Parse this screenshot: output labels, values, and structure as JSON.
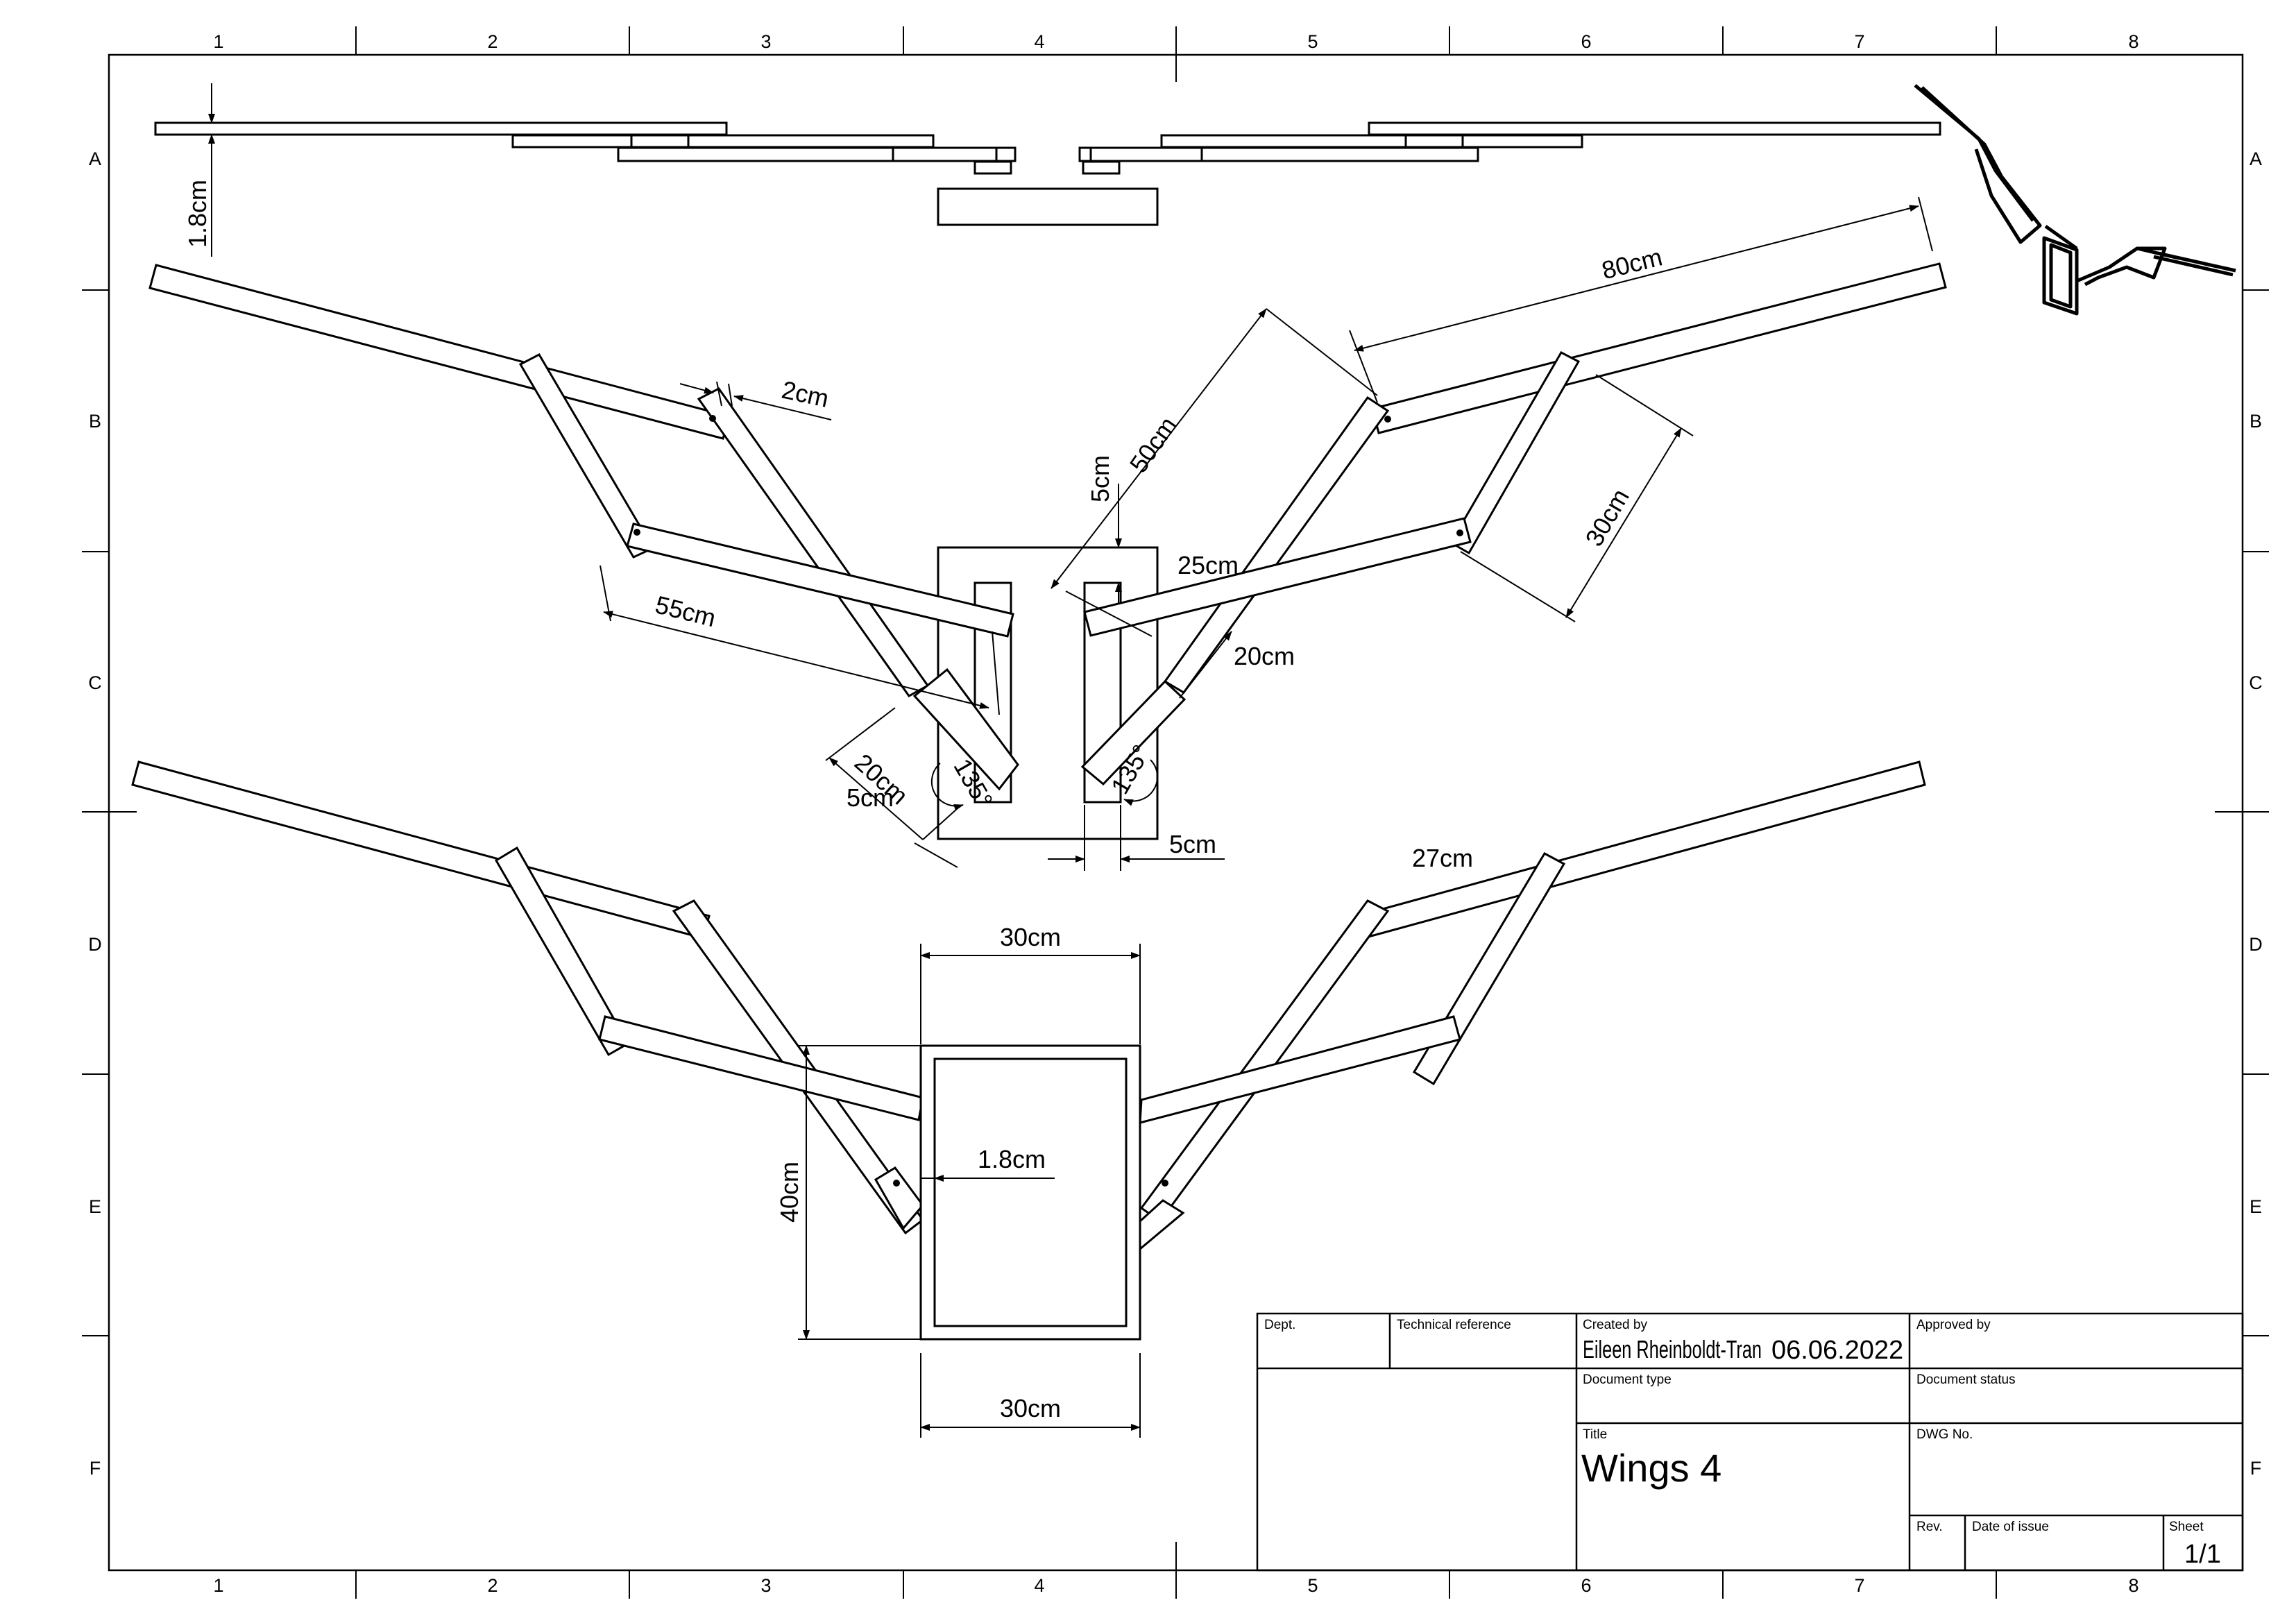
{
  "drawing": {
    "columns": [
      "1",
      "2",
      "3",
      "4",
      "5",
      "6",
      "7",
      "8"
    ],
    "rows": [
      "A",
      "B",
      "C",
      "D",
      "E",
      "F"
    ],
    "dimensions": {
      "top_thickness": "1.8cm",
      "wing_length": "80cm",
      "bracket_offset": "2cm",
      "strut_50": "50cm",
      "strut_5": "5cm",
      "span_30": "30cm",
      "span_25": "25cm",
      "span_55": "55cm",
      "span_20_right": "20cm",
      "span_20_left": "20cm",
      "offset_5_left": "5cm",
      "angle_left": "135°",
      "angle_right": "135°",
      "slot_5": "5cm",
      "span_27": "27cm",
      "body_width_top": "30cm",
      "body_height": "40cm",
      "body_wall": "1.8cm",
      "body_width_bottom": "30cm"
    }
  },
  "title_block": {
    "dept_label": "Dept.",
    "tech_ref_label": "Technical reference",
    "created_by_label": "Created by",
    "created_by_value": "Eileen Rheinboldt-Tran",
    "created_date": "06.06.2022",
    "approved_by_label": "Approved by",
    "document_type_label": "Document type",
    "document_status_label": "Document status",
    "title_label": "Title",
    "title_value": "Wings 4",
    "dwg_no_label": "DWG No.",
    "rev_label": "Rev.",
    "date_of_issue_label": "Date of issue",
    "sheet_label": "Sheet",
    "sheet_value": "1/1"
  }
}
